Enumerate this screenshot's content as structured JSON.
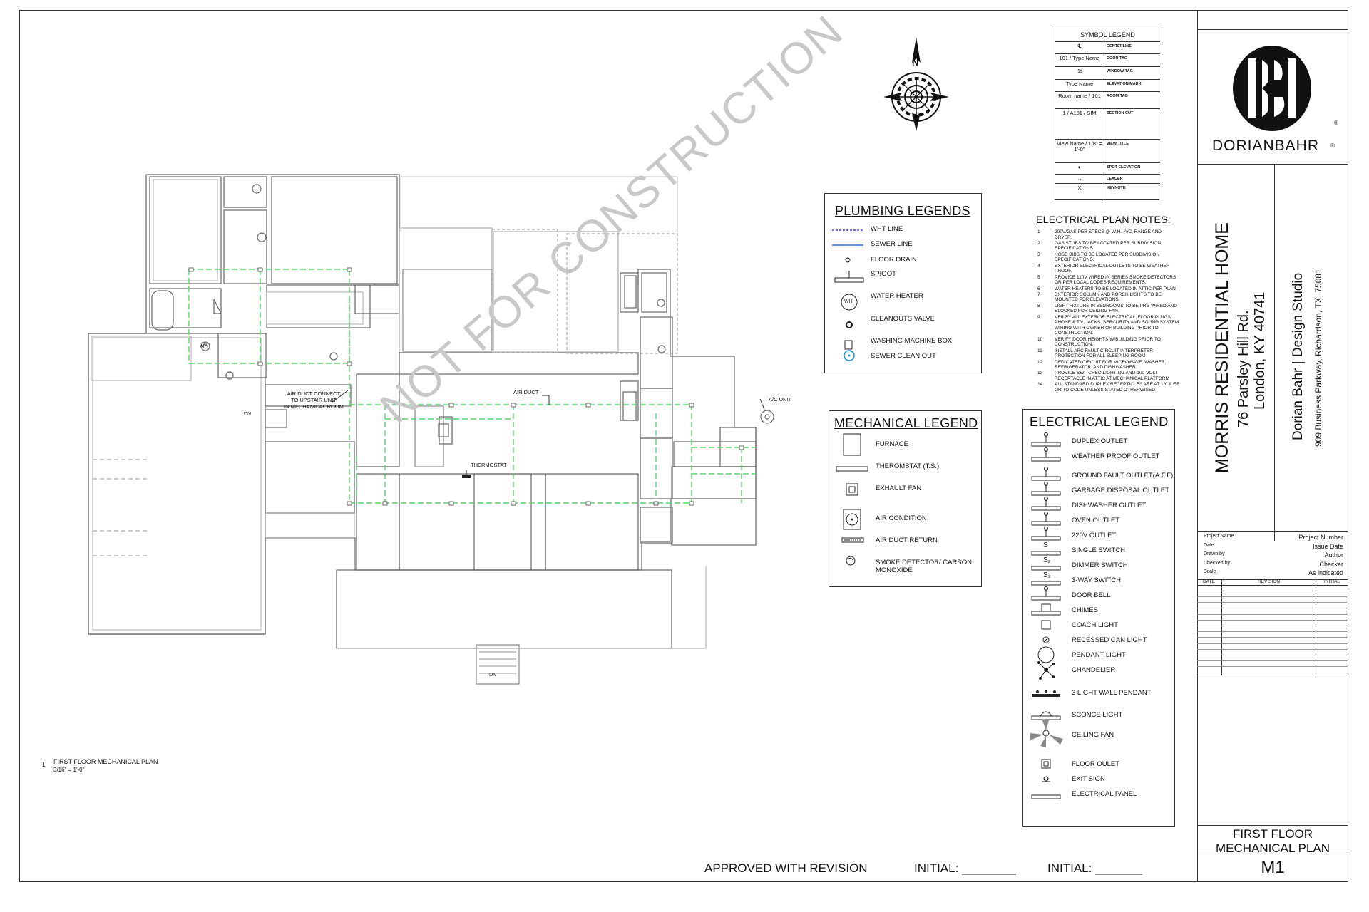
{
  "watermark": "NOT FOR CONSTRUCTION",
  "plan": {
    "labels": {
      "air_duct_connect": [
        "AIR DUCT CONNECT",
        "TO UPSTAIR UNIT",
        "IN MECHANICAL ROOM"
      ],
      "air_duct": "AIR DUCT",
      "thermostat": "THERMOSTAT",
      "ac_unit": "A/C UNIT",
      "wh": "WH",
      "dn1": "DN",
      "dn2": "DN"
    },
    "view_title": {
      "number": "1",
      "name": "FIRST FLOOR MECHANICAL PLAN",
      "scale": "3/16\" = 1'-0\""
    }
  },
  "compass": {
    "north": "N"
  },
  "symbol_legend": {
    "title": "SYMBOL LEGEND",
    "rows": [
      {
        "sample": "℄",
        "label": "CENTERLINE"
      },
      {
        "sample": "101 / Type Name",
        "label": "DOOR TAG"
      },
      {
        "sample": "1t",
        "label": "WINDOW TAG"
      },
      {
        "sample": "Type Name",
        "label": "ELEVATION MARK"
      },
      {
        "sample": "Room name / 101",
        "label": "ROOM TAG"
      },
      {
        "sample": "1 / A101 / SIM",
        "label": "SECTION CUT"
      },
      {
        "sample": "View Name / 1/8\" = 1'-0\"",
        "label": "VIEW TITLE"
      },
      {
        "sample": "◐",
        "label": "SPOT ELEVATION"
      },
      {
        "sample": "→",
        "label": "LEADER"
      },
      {
        "sample": "X",
        "label": "KEYNOTE"
      }
    ]
  },
  "plumbing_legend": {
    "title": "PLUMBING LEGENDS",
    "items": [
      "WHT LINE",
      "SEWER LINE",
      "FLOOR DRAIN",
      "SPIGOT",
      "WATER HEATER",
      "CLEANOUTS VALVE",
      "WASHING MACHINE BOX",
      "SEWER  CLEAN OUT"
    ],
    "wh_symbol": "WH",
    "colors": {
      "wht_line": "#3b3bd6",
      "sewer_line": "#2f6fd6",
      "clean_out": "#1f8fd0"
    }
  },
  "electrical_notes": {
    "title": "ELECTRICAL PLAN NOTES:",
    "notes": [
      {
        "n": "1",
        "lines": [
          "200V/GAS PER SPECS @ W.H., A/C, RANGE AND",
          "DRYER."
        ]
      },
      {
        "n": "2",
        "lines": [
          "GAS STUBS TO BE LOCATED PER SUBDIVISION",
          "SPECIFICATIONS."
        ]
      },
      {
        "n": "3",
        "lines": [
          "HOSE BIBS TO BE LOCATED PER SUBDIVISION",
          "SPECIFICATIONS."
        ]
      },
      {
        "n": "4",
        "lines": [
          "EXTERIOR ELECTRICAL OUTLETS TO BE WEATHER",
          "PROOF."
        ]
      },
      {
        "n": "5",
        "lines": [
          "PROVIDE 110V WIRED IN SERIES SMOKE DETECTORS",
          "OR PER LOCAL CODES REQUIREMENTS."
        ]
      },
      {
        "n": "6",
        "lines": [
          "WATER HEATERS TO BE LOCATED IN ATTIC PER PLAN"
        ]
      },
      {
        "n": "7",
        "lines": [
          "EXTERIOR COLUMN AND PORCH LIGHTS TO BE",
          "MOUNTED PER ELEVATIONS."
        ]
      },
      {
        "n": "8",
        "lines": [
          "LIGHT FIXTURE IN BEDROOMS TO BE PRE-WIRED AND",
          "BLOCKED FOR CEILING FAN."
        ]
      },
      {
        "n": "9",
        "lines": [
          "VERIFY ALL EXTERIOR ELECTRICAL, FLOOR PLUGS,",
          "PHONE & T.V. JACKS, SERCURITY AND SOUND SYSTEM",
          "WIRING WITH OWNER OF BUILDING PRIOR TO",
          "CONSTRUCTION."
        ]
      },
      {
        "n": "10",
        "lines": [
          "VERIFY DOOR HEIGHTS W/BUILDING PRIOR TO",
          "CONSTRUCTION."
        ]
      },
      {
        "n": "11",
        "lines": [
          "INSTALL ARC FAULT CIRCUIT INTERPRETER",
          "PROTECTION FOR ALL SLEEPING ROOM"
        ]
      },
      {
        "n": "12",
        "lines": [
          "DEDICATED CIRCUIT FOR MICROWAVE, WASHER,",
          "REFRIGERATOR, AND DISHWASHER."
        ]
      },
      {
        "n": "13",
        "lines": [
          "PROVIDE SWITCHED LIGHTING AND 100-VOLT",
          "RECEPTACLE IN ATTIC AT MECHANICAL PLATFORM"
        ]
      },
      {
        "n": "14",
        "lines": [
          "ALL STANDARD DUPLEX RECEPTICLES ARE AT 18\" A.F.F.",
          "OR TO CODE UNLESS STATED OTHERWISED"
        ]
      }
    ]
  },
  "mechanical_legend": {
    "title": "MECHANICAL LEGEND",
    "items": [
      "FURNACE",
      "THEROMSTAT (T.S.)",
      "EXHAULT FAN",
      "AIR CONDITION",
      "AIR DUCT RETURN",
      "SMOKE DETECTOR/ CARBON MONOXIDE"
    ]
  },
  "electrical_legend": {
    "title": "ELECTRICAL LEGEND",
    "items": [
      "DUPLEX OUTLET",
      "WEATHER PROOF OUTLET",
      "GROUND FAULT OUTLET(A.F.F)",
      "GARBAGE DISPOSAL OUTLET",
      "DISHWASHER OUTLET",
      "OVEN OUTLET",
      "220V OUTLET",
      "SINGLE SWITCH",
      "DIMMER SWITCH",
      "3-WAY SWITCH",
      "DOOR BELL",
      "CHIMES",
      "COACH LIGHT",
      "RECESSED CAN LIGHT",
      "PENDANT LIGHT",
      "CHANDELIER",
      "3 LIGHT WALL PENDANT",
      "SCONCE LIGHT",
      "CEILING FAN",
      "FLOOR OULET",
      "EXIT SIGN",
      "ELECTRICAL PANEL"
    ],
    "switch_marks": [
      "S",
      "S₂",
      "S₃"
    ]
  },
  "approval": {
    "approved": "APPROVED WITH REVISION",
    "initial1": "INITIAL: ________",
    "initial2": "INITIAL: _______"
  },
  "title_block": {
    "logo_text": "DORIANBAHR",
    "reg": "®",
    "project": {
      "name": "MORRIS RESIDENTIAL HOME",
      "address1": "76 Parsley Hill Rd.",
      "address2": "London, KY 40741"
    },
    "studio": {
      "name": "Dorian Bahr | Design Studio",
      "address": "909 Business Parkway, Richardson, TX, 75081"
    },
    "info": [
      {
        "label": "Project Name",
        "value": "Project Number"
      },
      {
        "label": "Date",
        "value": "Issue Date"
      },
      {
        "label": "Drawn by",
        "value": "Author"
      },
      {
        "label": "Checked by",
        "value": "Checker"
      },
      {
        "label": "Scale",
        "value": "As indicated"
      }
    ],
    "revision_headers": [
      "DATE",
      "REVISION",
      "INITIAL"
    ],
    "sheet_title": [
      "FIRST FLOOR",
      "MECHANICAL PLAN"
    ],
    "sheet_number": "M1"
  }
}
